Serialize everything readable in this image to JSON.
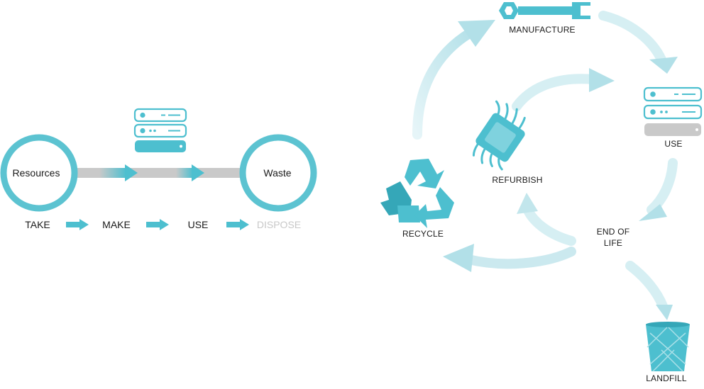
{
  "linear": {
    "resources": "Resources",
    "waste": "Waste",
    "steps": [
      "TAKE",
      "MAKE",
      "USE",
      "DISPOSE"
    ]
  },
  "circular": {
    "manufacture": "MANUFACTURE",
    "use": "USE",
    "end_of_life_line1": "END OF",
    "end_of_life_line2": "LIFE",
    "landfill": "LANDFILL",
    "recycle": "RECYCLE",
    "refurbish": "REFURBISH"
  },
  "icons": [
    "server-icon",
    "wrench-icon",
    "chip-icon",
    "recycle-icon",
    "bin-icon"
  ],
  "colors": {
    "accent": "#4dbfcf",
    "accent_dark": "#35a7b8",
    "ring": "#5cc3d1",
    "arrow_light": "#b9e3ea",
    "bar_gray": "#c9c9c9",
    "muted_text": "#c8c8c8"
  }
}
